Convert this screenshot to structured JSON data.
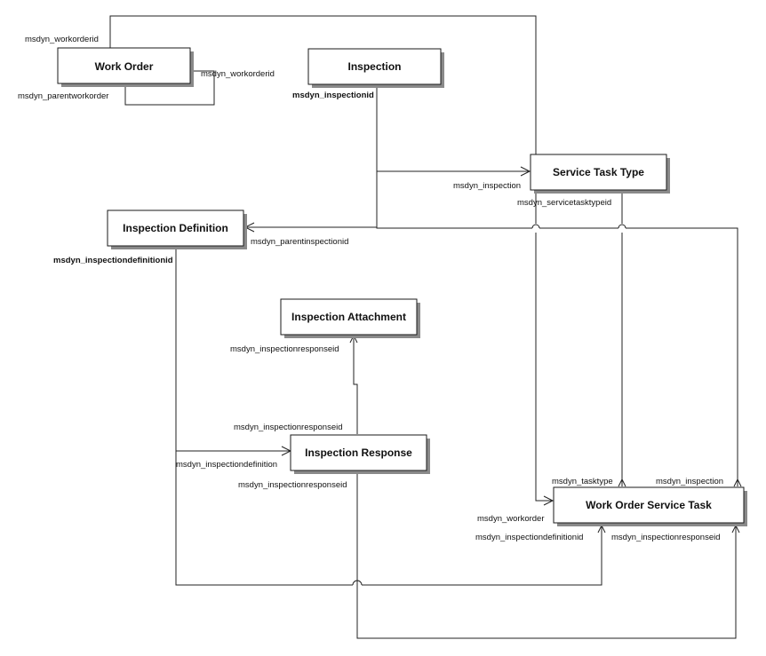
{
  "entities": {
    "work_order": "Work Order",
    "inspection": "Inspection",
    "service_task_type": "Service Task Type",
    "inspection_definition": "Inspection Definition",
    "inspection_attachment": "Inspection Attachment",
    "inspection_response": "Inspection Response",
    "work_order_service_task": "Work Order Service Task"
  },
  "labels": {
    "wo_workorderid_top": "msdyn_workorderid",
    "wo_workorderid_side": "msdyn_workorderid",
    "wo_parentworkorder": "msdyn_parentworkorder",
    "insp_inspectionid": "msdyn_inspectionid",
    "stt_inspection": "msdyn_inspection",
    "stt_servicetasktypeid": "msdyn_servicetasktypeid",
    "idef_parentinspectionid": "msdyn_parentinspectionid",
    "idef_inspectiondefinitionid": "msdyn_inspectiondefinitionid",
    "iatt_inspectionresponseid": "msdyn_inspectionresponseid",
    "iresp_inspectionresponseid_top": "msdyn_inspectionresponseid",
    "iresp_inspectiondefinition": "msdyn_inspectiondefinition",
    "iresp_inspectionresponseid_bottom": "msdyn_inspectionresponseid",
    "wost_tasktype": "msdyn_tasktype",
    "wost_inspection": "msdyn_inspection",
    "wost_workorder": "msdyn_workorder",
    "wost_inspectiondefinitionid": "msdyn_inspectiondefinitionid",
    "wost_inspectionresponseid": "msdyn_inspectionresponseid"
  }
}
